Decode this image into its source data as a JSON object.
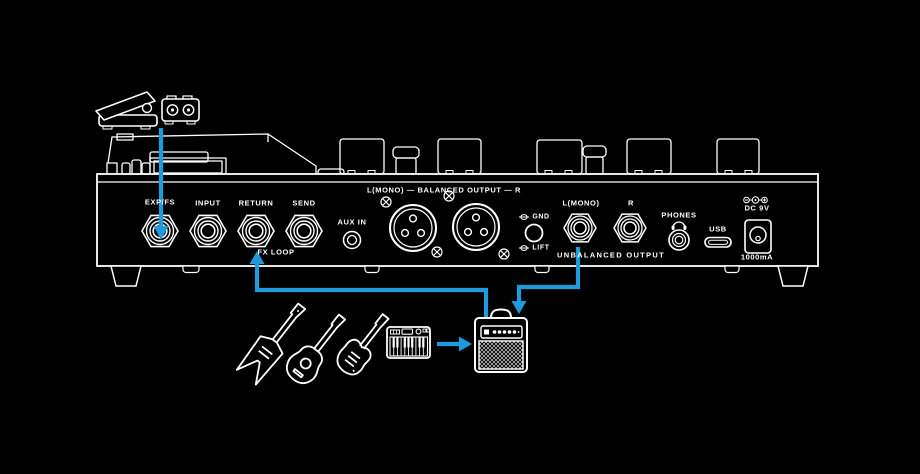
{
  "diagram": {
    "type": "rear-panel-connection-diagram",
    "subject": "multi-effects pedal rear panel with connection arrows"
  },
  "colors": {
    "background": "#000000",
    "line": "#ffffff",
    "accent_blue": "#1f9bdc"
  },
  "labels": {
    "exp_fs": "EXP/FS",
    "input": "INPUT",
    "return": "RETURN",
    "send": "SEND",
    "fx_loop": "FX LOOP",
    "aux_in": "AUX IN",
    "balanced_output": "L(MONO) — BALANCED OUTPUT — R",
    "gnd": "GND",
    "lift": "LIFT",
    "unbal_left": "L(MONO)",
    "unbal_right": "R",
    "unbalanced_output": "UNBALANCED OUTPUT",
    "phones": "PHONES",
    "usb": "USB",
    "dc_9v": "DC 9V",
    "current": "1000mA"
  },
  "icons": [
    "expression-pedal-icon",
    "dual-footswitch-icon",
    "headphones-icon",
    "power-polarity-icon",
    "gnd-plug-icon",
    "lift-plug-icon",
    "flying-v-guitar-icon",
    "acoustic-guitar-icon",
    "electric-guitar-icon",
    "keyboard-icon",
    "amplifier-icon"
  ],
  "connections": [
    {
      "from": "expression-pedal / footswitch",
      "to": "EXP/FS jack"
    },
    {
      "from": "amplifier",
      "to": "RETURN (FX LOOP) jack"
    },
    {
      "from": "UNBALANCED OUTPUT L(MONO) jack",
      "to": "amplifier"
    },
    {
      "from": "keyboard / guitars",
      "to": "amplifier"
    }
  ]
}
